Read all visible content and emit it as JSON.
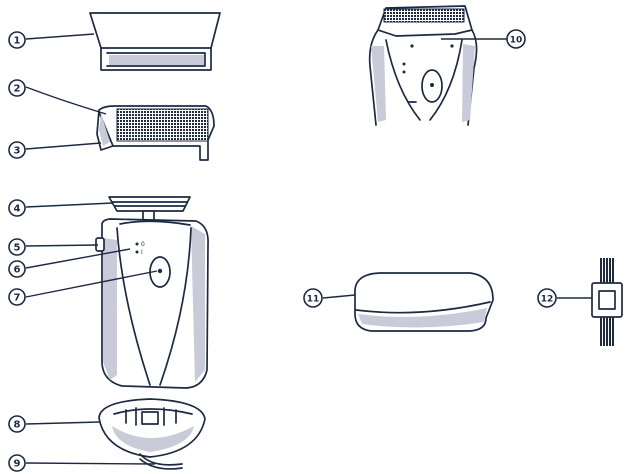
{
  "callouts": [
    {
      "label": "1"
    },
    {
      "label": "2"
    },
    {
      "label": "3"
    },
    {
      "label": "4"
    },
    {
      "label": "5"
    },
    {
      "label": "6"
    },
    {
      "label": "7"
    },
    {
      "label": "8"
    },
    {
      "label": "9"
    },
    {
      "label": "10"
    },
    {
      "label": "11"
    },
    {
      "label": "12"
    }
  ],
  "switch_marks": {
    "on": "0",
    "off": "I"
  },
  "colors": {
    "ink": "#1c2a44",
    "shade": "#c9cbd8",
    "background": "#ffffff"
  }
}
